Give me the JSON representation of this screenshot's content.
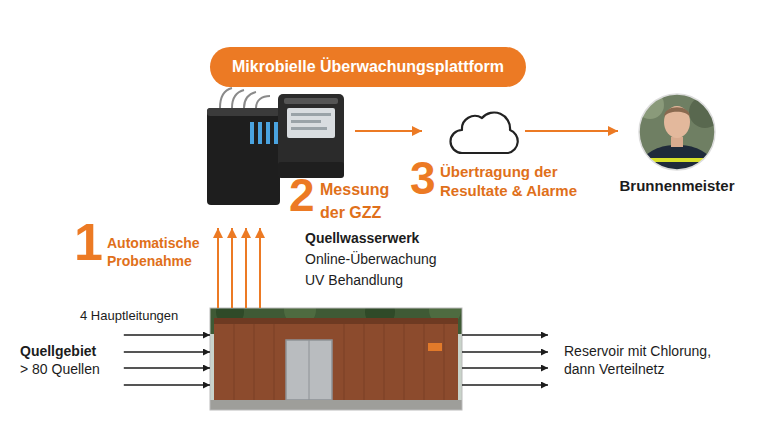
{
  "diagram": {
    "title": "Mikrobielle Überwachungsplattform",
    "nodes": [
      {
        "text": [
          "Quellgebiet",
          "> 80 Quellen"
        ]
      },
      {
        "text": [
          "Quellwasserwerk",
          "Online-Überwachung UV Behandlung"
        ]
      },
      {
        "text": [
          "Messung der GZZ"
        ]
      },
      {
        "text": [
          "Übertragung der Resultate & Alarme"
        ]
      },
      {
        "text": [
          "Brunnenmeister"
        ]
      },
      {
        "text": [
          "Reservoir mit Chlorung, dann Verteilnetz"
        ]
      }
    ],
    "edges": [
      {
        "from": 0,
        "to": 1,
        "arrow": "to"
      },
      {
        "from": 0,
        "to": 1,
        "arrow": "to"
      },
      {
        "from": 0,
        "to": 1,
        "arrow": "to"
      },
      {
        "from": 0,
        "to": 1,
        "arrow": "to"
      },
      {
        "from": 1,
        "to": 2,
        "arrow": "to"
      },
      {
        "from": 1,
        "to": 2,
        "arrow": "to"
      },
      {
        "from": 1,
        "to": 2,
        "arrow": "to"
      },
      {
        "from": 1,
        "to": 2,
        "arrow": "to"
      },
      {
        "from": 2,
        "to": 3,
        "arrow": "to"
      },
      {
        "from": 3,
        "to": 4,
        "arrow": "to"
      },
      {
        "from": 1,
        "to": 5,
        "arrow": "to"
      },
      {
        "from": 1,
        "to": 5,
        "arrow": "to"
      },
      {
        "from": 1,
        "to": 5,
        "arrow": "to"
      },
      {
        "from": 1,
        "to": 5,
        "arrow": "to"
      }
    ],
    "labels": [
      "1",
      "Automatische Probenahme",
      "2",
      "3",
      "4 Hauptleitungen"
    ]
  }
}
